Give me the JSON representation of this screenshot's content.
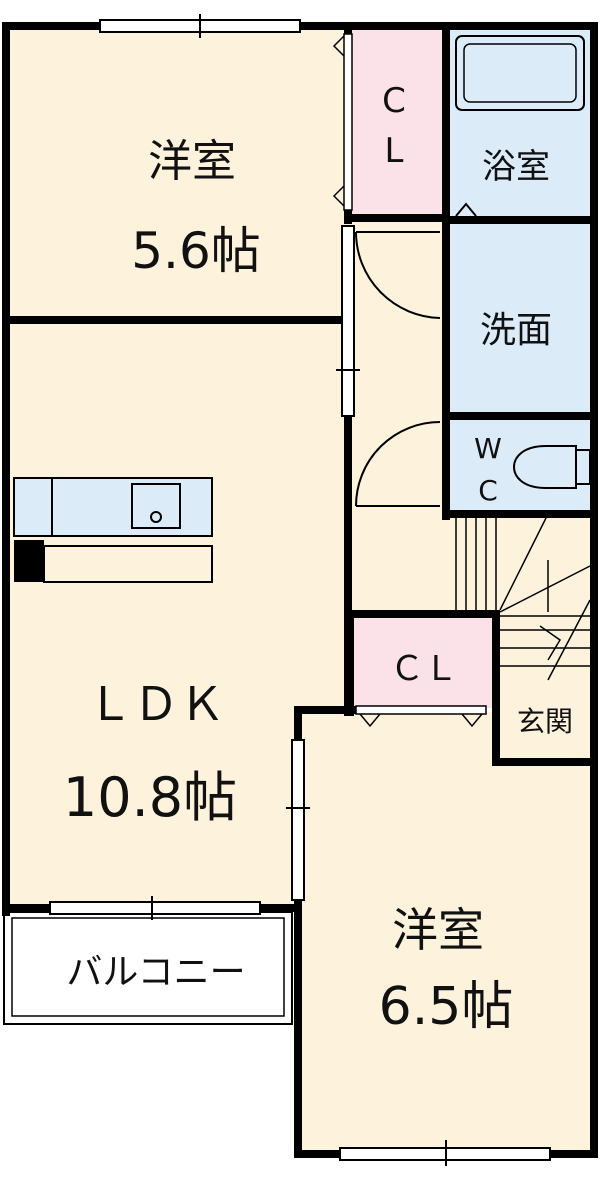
{
  "rooms": {
    "western_room_top": {
      "name": "洋室",
      "size": "5.6帖"
    },
    "closet_top": {
      "line1": "C",
      "line2": "L"
    },
    "bathroom": {
      "name": "浴室"
    },
    "washroom": {
      "name": "洗面"
    },
    "toilet": {
      "line1": "W",
      "line2": "C"
    },
    "ldk": {
      "name": "ＬＤＫ",
      "size": "10.8帖"
    },
    "closet_mid": {
      "name": "ＣＬ"
    },
    "entrance": {
      "name": "玄関"
    },
    "balcony": {
      "name": "バルコニー"
    },
    "western_room_bottom": {
      "name": "洋室",
      "size": "6.5帖"
    }
  },
  "colors": {
    "room_fill": "#fdf3dd",
    "closet_fill": "#fbe1e8",
    "wet_area_fill": "#dcebf8",
    "wall": "#000000",
    "kitchen_counter": "#dcebf8"
  }
}
